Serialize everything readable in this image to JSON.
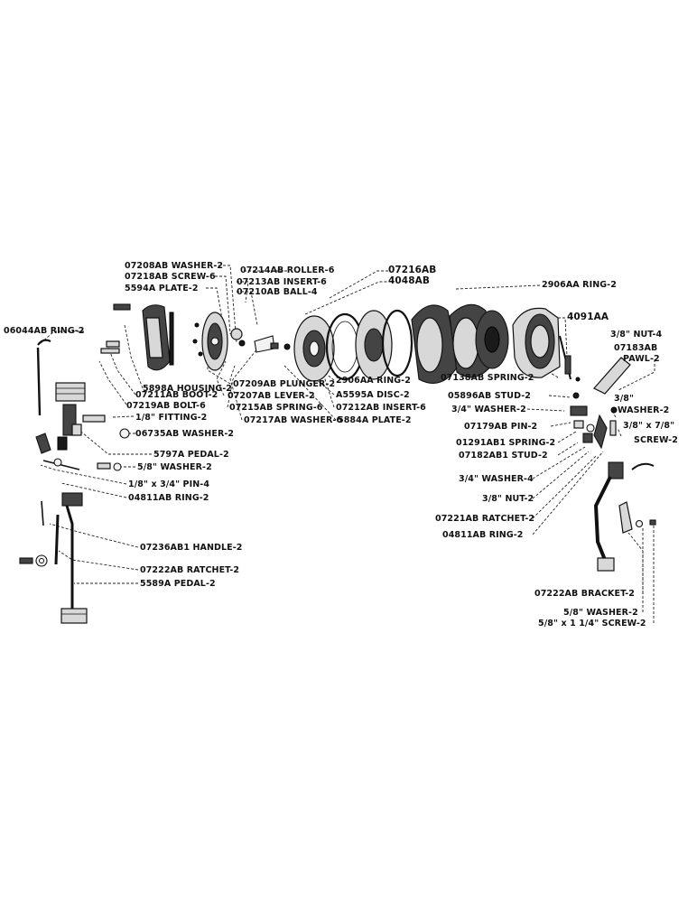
{
  "labels": {
    "washer_07208ab": "07208AB WASHER-2",
    "screw_07218ab": "07218AB SCREW-6",
    "plate_5594a": "5594A PLATE-2",
    "roller_07214ab": "07214AB ROLLER-6",
    "insert_07213ab": "07213AB INSERT-6",
    "ball_07210ab": "07210AB BALL-4",
    "part_07216ab": "07216AB",
    "part_4048ab": "4048AB",
    "ring_2906aa_top": "2906AA RING-2",
    "part_4091aa": "4091AA",
    "ring_06044ab": "06044AB RING-2",
    "housing_5898a": "5898A HOUSING-2",
    "boot_07211ab": "07211AB BOOT-2",
    "bolt_07219ab": "07219AB BOLT-6",
    "fitting_1_8": "1/8\" FITTING-2",
    "washer_06735ab": "06735AB WASHER-2",
    "pedal_5797a": "5797A PEDAL-2",
    "washer_5_8_left": "5/8\" WASHER-2",
    "pin_1_8x3_4": "1/8\" x 3/4\" PIN-4",
    "ring_04811ab_left": "04811AB RING-2",
    "handle_07236ab1": "07236AB1 HANDLE-2",
    "ratchet_07222ab": "07222AB RATCHET-2",
    "pedal_5589a": "5589A PEDAL-2",
    "plunger_07209ab": "07209AB PLUNGER-2",
    "lever_07207ab": "07207AB LEVER-2",
    "spring_07215ab": "07215AB SPRING-6",
    "washer_07217ab": "07217AB WASHER-6",
    "ring_2906aa_mid": "2906AA RING-2",
    "disc_a5595a": "A5595A DISC-2",
    "insert_07212ab": "07212AB INSERT-6",
    "plate_5884a": "5884A PLATE-2",
    "nut_3_8_top": "3/8\" NUT-4",
    "pawl_07183ab_num": "07183AB",
    "pawl_07183ab_name": "PAWL-2",
    "spring_07138ab": "07138AB SPRING-2",
    "stud_05896ab": "05896AB STUD-2",
    "washer_3_4_a": "3/4\" WASHER-2",
    "washer_3_8_right_a": "3/8\"",
    "washer_3_8_right_b": "WASHER-2",
    "pin_07179ab": "07179AB PIN-2",
    "screw_3_8x7_8": "3/8\" x 7/8\"",
    "screw_3_8x7_8_b": "SCREW-2",
    "spring_01291ab1": "01291AB1 SPRING-2",
    "stud_07182ab1": "07182AB1 STUD-2",
    "washer_3_4_b": "3/4\" WASHER-4",
    "nut_3_8_mid": "3/8\" NUT-2",
    "ratchet_07221ab": "07221AB RATCHET-2",
    "ring_04811ab_right": "04811AB RING-2",
    "bracket_07222ab": "07222AB BRACKET-2",
    "washer_5_8_right": "5/8\" WASHER-2",
    "screw_5_8x1_1_4": "5/8\" x 1 1/4\" SCREW-2"
  }
}
